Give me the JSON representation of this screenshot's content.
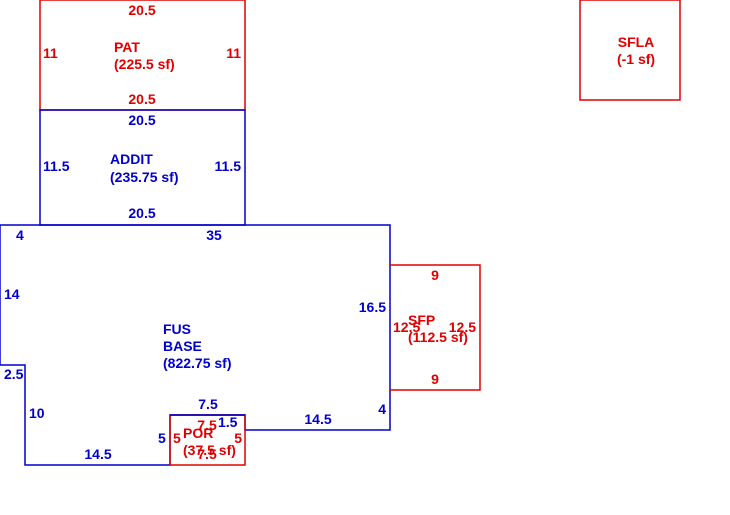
{
  "colors": {
    "red": "#e00000",
    "blue": "#0000cc"
  },
  "areas": {
    "pat": {
      "name": "PAT",
      "area": "(225.5 sf)",
      "dims": {
        "top": "20.5",
        "bottom": "20.5",
        "left": "11",
        "right": "11"
      }
    },
    "addit": {
      "name": "ADDIT",
      "area": "(235.75 sf)",
      "dims": {
        "top": "20.5",
        "bottom": "20.5",
        "left": "11.5",
        "right": "11.5"
      }
    },
    "sfla": {
      "name": "SFLA",
      "area": "(-1 sf)"
    },
    "base": {
      "name_line1": "FUS",
      "name_line2": "BASE",
      "area": "(822.75 sf)",
      "dims": {
        "top": "35",
        "top_left": "4",
        "left_upper": "14",
        "left_step": "2.5",
        "left_lower": "10",
        "bottom_left": "14.5",
        "notch_left": "5",
        "notch_top": "7.5",
        "notch_right": "1.5",
        "bottom_right": "14.5",
        "right_lower": "4",
        "right_upper": "16.5"
      }
    },
    "sfp": {
      "name": "SFP",
      "area": "(112.5 sf)",
      "dims": {
        "top": "9",
        "bottom": "9",
        "left": "12.5",
        "right": "12.5"
      }
    },
    "por": {
      "name": "POR",
      "area": "(37.5 sf)",
      "dims": {
        "top": "7.5",
        "bottom": "7.5",
        "left": "5",
        "right": "5"
      }
    }
  }
}
